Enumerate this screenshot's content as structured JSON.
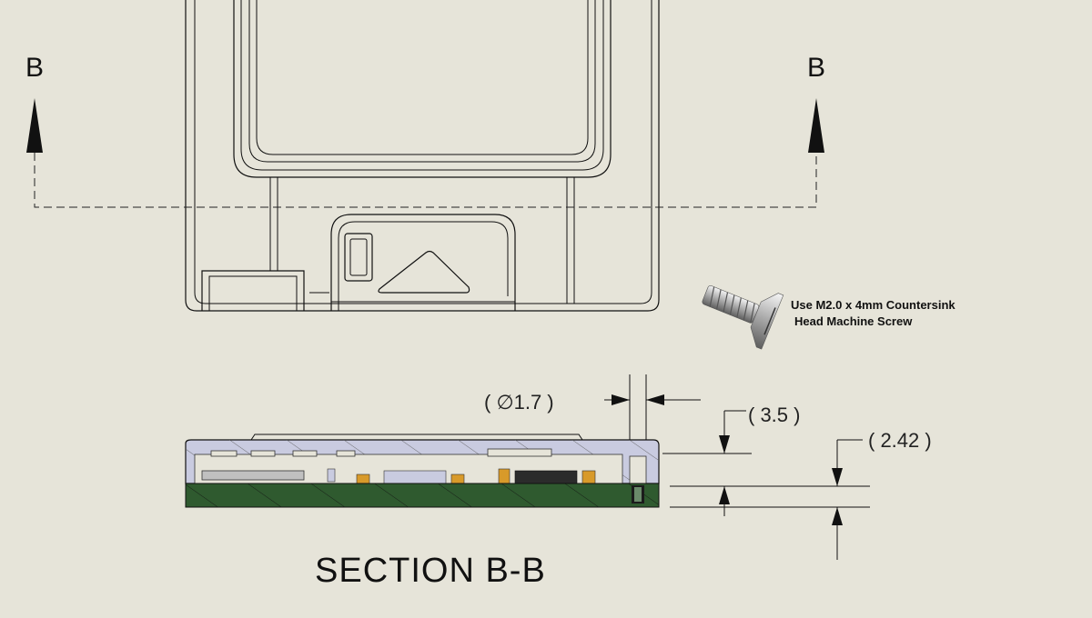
{
  "section": {
    "left_label": "B",
    "right_label": "B",
    "title": "SECTION B-B"
  },
  "dimensions": {
    "hole_diameter": "( ∅1.7 )",
    "depth": "( 3.5 )",
    "board_offset": "( 2.42 )"
  },
  "screw_note": {
    "line1": "Use M2.0 x 4mm Countersink",
    "line2": "Head Machine Screw"
  },
  "colors": {
    "background": "#e6e4d9",
    "housing_section": "#c9cbe0",
    "pcb": "#2f5a2f",
    "component_orange": "#d89a2a",
    "component_dark": "#2b2b2b"
  },
  "icons": {
    "screw": "countersink-screw-icon",
    "arrow": "section-arrow-icon"
  }
}
